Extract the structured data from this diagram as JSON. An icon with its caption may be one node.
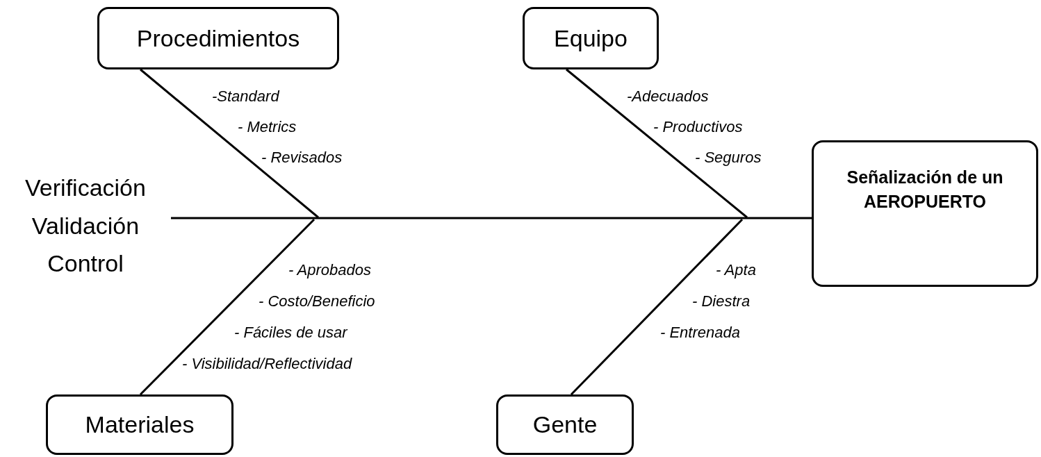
{
  "diagram": {
    "nodes": [
      {
        "text": [
          "Procedimientos"
        ]
      },
      {
        "text": [
          "Equipo"
        ]
      },
      {
        "text": [
          "Verificación Validación Control"
        ]
      },
      {
        "text": [
          "Señalización de un AEROPUERTO"
        ]
      },
      {
        "text": [
          "Materiales"
        ]
      },
      {
        "text": [
          "Gente"
        ]
      }
    ],
    "edges": [
      {
        "from": 2,
        "to": 3,
        "arrow": "none"
      },
      {
        "from": 0,
        "to": null,
        "arrow": "none"
      },
      {
        "from": 1,
        "to": null,
        "arrow": "none"
      },
      {
        "from": 4,
        "to": null,
        "arrow": "none"
      },
      {
        "from": 5,
        "to": null,
        "arrow": "none"
      }
    ],
    "labels": [
      "-Standard",
      "-Adecuados",
      "- Metrics",
      "- Productivos",
      "- Revisados",
      "- Seguros",
      "- Aprobados",
      "- Apta",
      "- Costo/Beneficio",
      "- Diestra",
      "- Fáciles de usar",
      "- Entrenada",
      "- Visibilidad/Reflectividad"
    ]
  }
}
